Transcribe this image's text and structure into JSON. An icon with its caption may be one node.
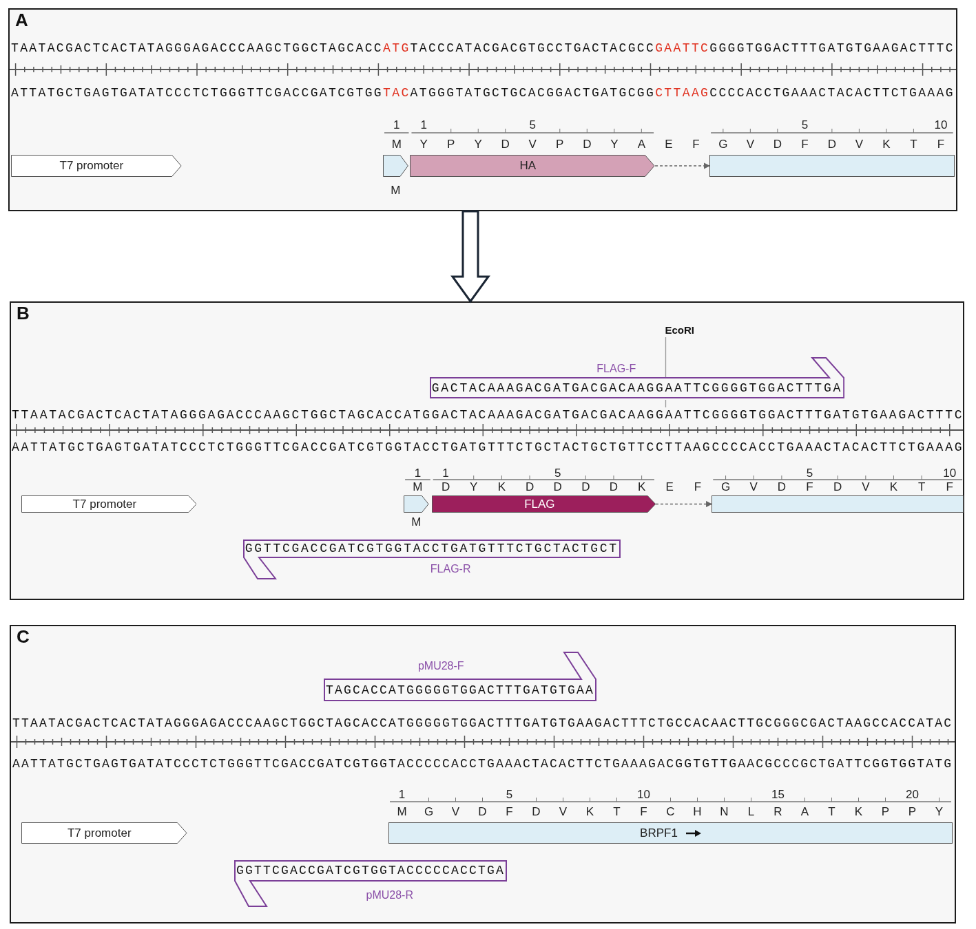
{
  "diagram": {
    "nodes": [
      {
        "text": [
          "A"
        ]
      },
      {
        "text": [
          "T7 promoter"
        ],
        "in": 0
      },
      {
        "text": [],
        "shape": "arrow",
        "in": 0,
        "beside": [
          "M"
        ]
      },
      {
        "text": [
          "HA"
        ],
        "in": 0
      },
      {
        "text": [],
        "shape": "box",
        "in": 0
      },
      {
        "text": [
          "B"
        ]
      },
      {
        "text": [
          "EcoRI"
        ],
        "in": 5
      },
      {
        "text": [
          "FLAG-F",
          "GACTACAAAGACGATGACGACAAGGAATTCGGGGTGGACTTTGA"
        ],
        "in": 5
      },
      {
        "text": [
          "T7 promoter"
        ],
        "in": 5
      },
      {
        "text": [],
        "shape": "arrow",
        "in": 5,
        "beside": [
          "M"
        ]
      },
      {
        "text": [
          "FLAG"
        ],
        "in": 5
      },
      {
        "text": [],
        "shape": "box",
        "in": 5
      },
      {
        "text": [
          "GGTTCGACCGATCGTGGTACCTGATGTTTCTGCTACTGCT",
          "FLAG-R"
        ],
        "in": 5
      },
      {
        "text": [
          "C"
        ]
      },
      {
        "text": [
          "pMU28-F",
          "TAGCACCATGGGGGTGGACTTTGATGTGAA"
        ],
        "in": 13
      },
      {
        "text": [
          "T7 promoter"
        ],
        "in": 13
      },
      {
        "text": [
          "BRPF1"
        ],
        "in": 13
      },
      {
        "text": [
          "GGTTCGACCGATCGTGGTACCCCCACCTGA",
          "pMU28-R"
        ],
        "in": 13
      }
    ],
    "edges": [
      {
        "from": 0,
        "to": 5,
        "arrow": "to",
        "style": "thick"
      },
      {
        "from": 3,
        "to": 4,
        "arrow": "to",
        "style": "dashed"
      },
      {
        "from": 10,
        "to": 11,
        "arrow": "to",
        "style": "dashed"
      },
      {
        "from": 6,
        "to": 7,
        "arrow": "none"
      }
    ],
    "labels": [
      "TAATACGACTCACTATAGGGAGACCCAAGCTGGCTAGCACC**ATG**TACCCATACGACGTGCCTGACTACGCC**GAATTC**GGGGTGGACTTTGATGTGAAGACTTTC",
      "ATTATGCTGAGTGATATCCCTCTGGGTTCGACCGATCGTGG**TAC**ATGGGTATGCTGCACGGACTGATGCGG**CTTAAG**CCCCACCTGAAACTACACTTCTGAAAG",
      "1",
      "1",
      "5",
      "5",
      "10",
      "M",
      "Y",
      "P",
      "Y",
      "D",
      "V",
      "P",
      "D",
      "Y",
      "A",
      "E",
      "F",
      "G",
      "V",
      "D",
      "F",
      "D",
      "V",
      "K",
      "T",
      "F",
      "TTAATACGACTCACTATAGGGAGACCCAAGCTGGCTAGCACCATGGACTACAAAGACGATGACGACAAGGAATTCGGGGTGGACTTTGATGTGAAGACTTTC",
      "AATTATGCTGAGTGATATCCCTCTGGGTTCGACCGATCGTGGTACCTGATGTTTCTGCTACTGCTGTTCCTTAAGCCCCACCTGAAACTACACTTCTGAAAG",
      "1",
      "1",
      "5",
      "5",
      "10",
      "M",
      "D",
      "Y",
      "K",
      "D",
      "D",
      "D",
      "D",
      "K",
      "E",
      "F",
      "G",
      "V",
      "D",
      "F",
      "D",
      "V",
      "K",
      "T",
      "F",
      "TTAATACGACTCACTATAGGGAGACCCAAGCTGGCTAGCACCATGGGGGTGGACTTTGATGTGAAGACTTTCTGCCACAACTTGCGGGCGACTAAGCCACCATAC",
      "AATTATGCTGAGTGATATCCCTCTGGGTTCGACCGATCGTGGTACCCCCACCTGAAACTACACTTCTGAAAGACGGTGTTGAACGCCCGCTGATTCGGTGGTATG",
      "1",
      "5",
      "10",
      "15",
      "20",
      "M",
      "G",
      "V",
      "D",
      "F",
      "D",
      "V",
      "K",
      "T",
      "F",
      "C",
      "H",
      "N",
      "L",
      "R",
      "A",
      "T",
      "K",
      "P",
      "P",
      "Y"
    ]
  }
}
